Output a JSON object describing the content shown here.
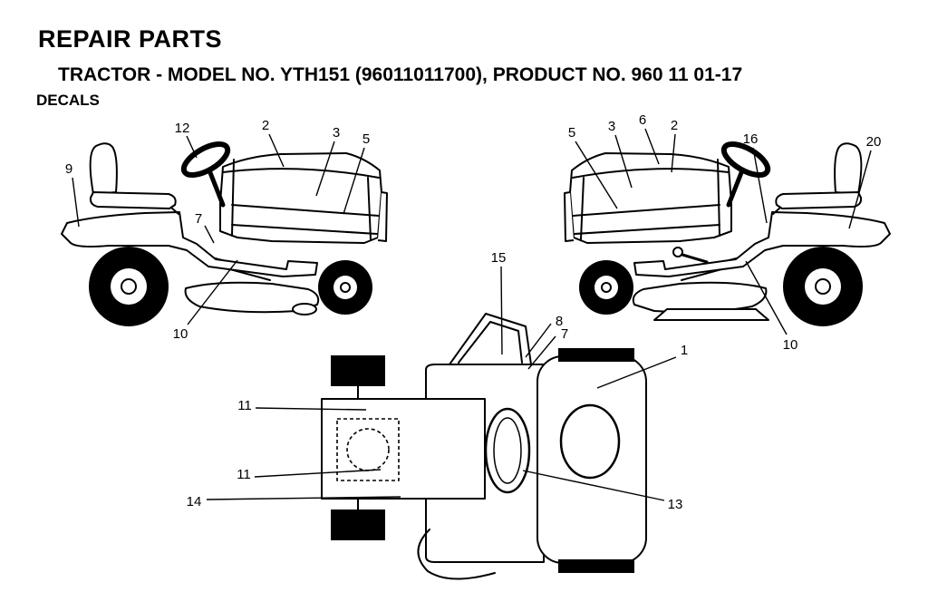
{
  "header": {
    "title": "REPAIR PARTS",
    "subtitle": "TRACTOR - MODEL NO. YTH151 (96011011700), PRODUCT NO. 960 11 01-17",
    "section": "DECALS"
  },
  "callouts": {
    "left_view": [
      "9",
      "12",
      "2",
      "3",
      "5",
      "7",
      "10"
    ],
    "right_view": [
      "5",
      "3",
      "6",
      "2",
      "16",
      "20",
      "10"
    ],
    "top_view": [
      "15",
      "8",
      "7",
      "1",
      "11",
      "11",
      "14",
      "13"
    ]
  },
  "colors": {
    "line": "#000000",
    "background": "#ffffff"
  }
}
